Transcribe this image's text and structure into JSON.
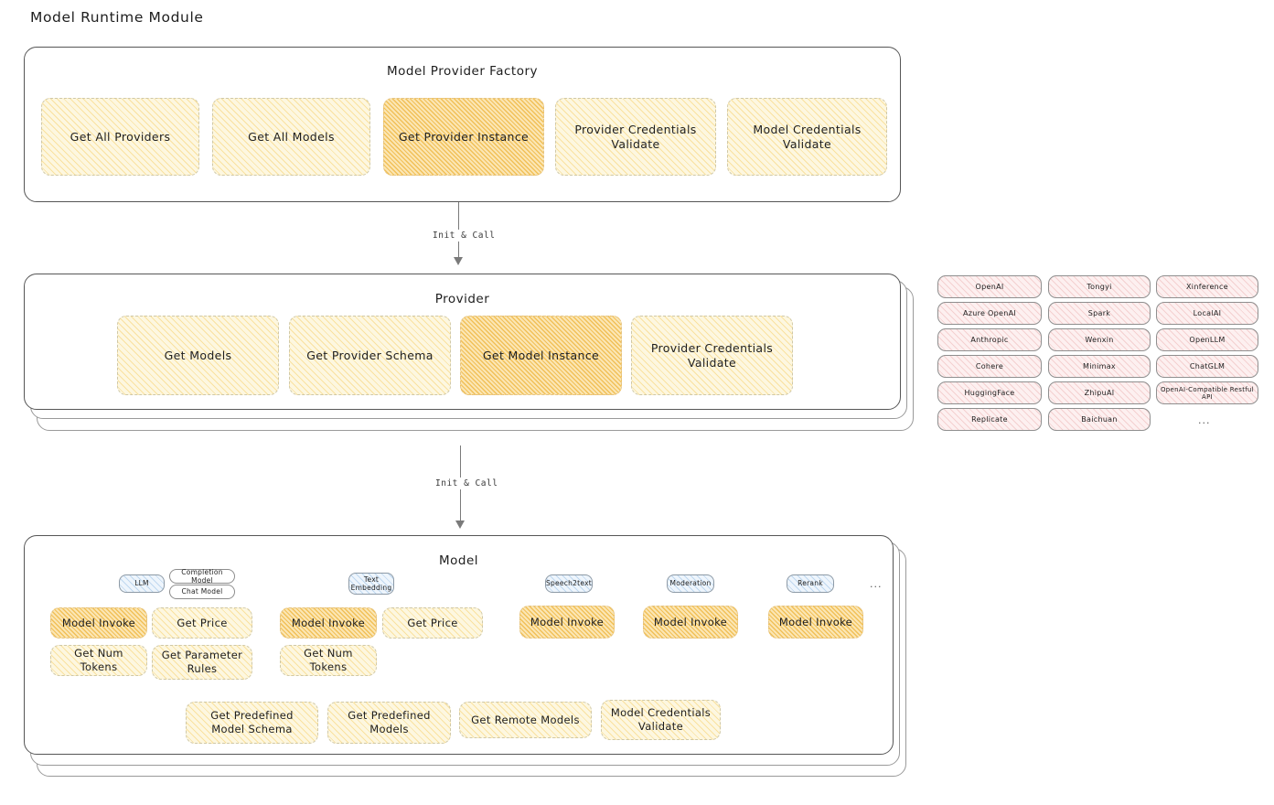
{
  "page": {
    "title": "Model Runtime Module"
  },
  "factory": {
    "title": "Model Provider Factory",
    "nodes": [
      {
        "label": "Get All Providers",
        "highlight": false
      },
      {
        "label": "Get All Models",
        "highlight": false
      },
      {
        "label": "Get Provider Instance",
        "highlight": true
      },
      {
        "label": "Provider Credentials Validate",
        "highlight": false
      },
      {
        "label": "Model Credentials Validate",
        "highlight": false
      }
    ]
  },
  "arrows": [
    {
      "label": "Init & Call"
    },
    {
      "label": "Init & Call"
    }
  ],
  "provider": {
    "title": "Provider",
    "nodes": [
      {
        "label": "Get Models",
        "highlight": false
      },
      {
        "label": "Get Provider Schema",
        "highlight": false
      },
      {
        "label": "Get Model Instance",
        "highlight": true
      },
      {
        "label": "Provider Credentials Validate",
        "highlight": false
      }
    ]
  },
  "provider_list": {
    "columns": [
      [
        "OpenAI",
        "Azure OpenAI",
        "Anthropic",
        "Cohere",
        "HuggingFace",
        "Replicate"
      ],
      [
        "Tongyi",
        "Spark",
        "Wenxin",
        "Minimax",
        "ZhipuAI",
        "Baichuan"
      ],
      [
        "Xinference",
        "LocalAI",
        "OpenLLM",
        "ChatGLM",
        "OpenAI-Compatible Restful API"
      ]
    ],
    "more": "..."
  },
  "model": {
    "title": "Model",
    "more": "...",
    "types": [
      {
        "name": "LLM",
        "subtypes": [
          "Completion Model",
          "Chat Model"
        ]
      },
      {
        "name": "Text Embedding",
        "subtypes": []
      },
      {
        "name": "Speech2text",
        "subtypes": []
      },
      {
        "name": "Moderation",
        "subtypes": []
      },
      {
        "name": "Rerank",
        "subtypes": []
      }
    ],
    "groups": [
      {
        "type": "LLM",
        "nodes": [
          {
            "label": "Model Invoke",
            "highlight": true
          },
          {
            "label": "Get Price",
            "highlight": false
          },
          {
            "label": "Get Num Tokens",
            "highlight": false
          },
          {
            "label": "Get Parameter Rules",
            "highlight": false
          }
        ]
      },
      {
        "type": "Text Embedding",
        "nodes": [
          {
            "label": "Model Invoke",
            "highlight": true
          },
          {
            "label": "Get Price",
            "highlight": false
          },
          {
            "label": "Get Num Tokens",
            "highlight": false
          }
        ]
      },
      {
        "type": "Speech2text",
        "nodes": [
          {
            "label": "Model Invoke",
            "highlight": true
          }
        ]
      },
      {
        "type": "Moderation",
        "nodes": [
          {
            "label": "Model Invoke",
            "highlight": true
          }
        ]
      },
      {
        "type": "Rerank",
        "nodes": [
          {
            "label": "Model Invoke",
            "highlight": true
          }
        ]
      }
    ],
    "common_nodes": [
      {
        "label": "Get Predefined Model Schema"
      },
      {
        "label": "Get Predefined Models"
      },
      {
        "label": "Get Remote Models"
      },
      {
        "label": "Model Credentials Validate"
      }
    ]
  },
  "colors": {
    "highlight_fill": "#fbe6b4",
    "normal_fill": "#fdf7e0",
    "provider_fill": "#fdf0f0",
    "type_fill": "#eef5fc",
    "stroke": "#565656"
  }
}
